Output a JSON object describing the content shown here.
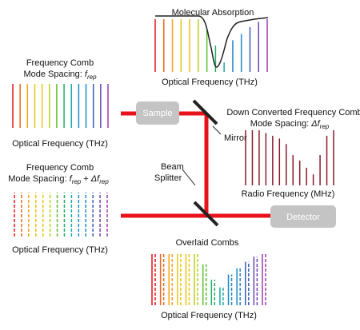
{
  "palette": {
    "beam": "#e8121b",
    "block": "#c4c4c4",
    "block_text": "#ffffff",
    "line": "#333333",
    "rf_line": "#8b1a2b",
    "rainbow": [
      "#e8121b",
      "#f0651d",
      "#f6a11a",
      "#e8c414",
      "#b8cf1c",
      "#5cbf2e",
      "#1fae63",
      "#1aa9a3",
      "#1b87c9",
      "#3a5dbb",
      "#6a45b0",
      "#9b3fae"
    ]
  },
  "blocks": {
    "sample": "Sample",
    "detector": "Detector"
  },
  "labels": {
    "mirror": "Mirror",
    "beam_splitter_1": "Beam",
    "beam_splitter_2": "Splitter"
  },
  "molecular": {
    "title": "Molecular Absorption",
    "xlabel": "Optical Frequency (THz)"
  },
  "comb1": {
    "title": "Frequency Comb",
    "spacing_prefix": "Mode Spacing: ",
    "spacing_f": "f",
    "spacing_sub": "rep",
    "xlabel": "Optical Frequency (THz)"
  },
  "comb2": {
    "title": "Frequency Comb",
    "spacing_prefix": "Mode Spacing: ",
    "spacing_f": "f",
    "spacing_sub": "rep",
    "spacing_plus": " +  ",
    "spacing_df": "Δf",
    "spacing_sub2": "rep",
    "xlabel": "Optical Frequency (THz)"
  },
  "downconv": {
    "title": "Down Converted Frequency Comb",
    "spacing_prefix": "Mode Spacing: ",
    "spacing_df": "Δf",
    "spacing_sub": "rep",
    "xlabel": "Radio Frequency (MHz)"
  },
  "overlaid": {
    "title": "Overlaid Combs",
    "xlabel": "Optical Frequency (THz)"
  },
  "spectra": {
    "molecular_heights": [
      1.0,
      1.0,
      1.0,
      1.0,
      1.0,
      1.0,
      0.8,
      0.5,
      0.18,
      0.6,
      0.72,
      0.85,
      0.95,
      1.0
    ],
    "comb1_count": 14,
    "comb2_count": 14,
    "overlaid_solid_heights": [
      1.0,
      1.0,
      1.0,
      1.0,
      1.0,
      1.0,
      0.8,
      0.5,
      0.35,
      0.6,
      0.72,
      0.85,
      0.95,
      1.0
    ],
    "overlaid_dashed_heights": [
      1.0,
      1.0,
      1.0,
      1.0,
      1.0,
      1.0,
      0.8,
      0.5,
      0.35,
      0.6,
      0.72,
      0.85,
      0.95,
      1.0
    ],
    "rf_heights": [
      1.0,
      1.0,
      1.0,
      0.95,
      0.9,
      0.85,
      0.75,
      0.55,
      0.45,
      0.32,
      0.2,
      0.55,
      0.9,
      1.0
    ]
  }
}
